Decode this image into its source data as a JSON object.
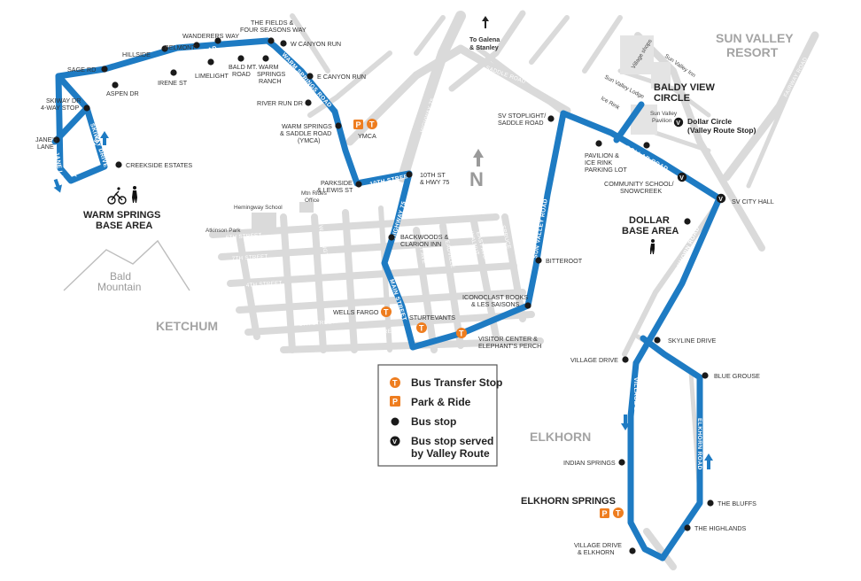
{
  "areas": {
    "ketchum": "KETCHUM",
    "elkhorn": "ELKHORN",
    "sun_valley_1": "SUN VALLEY",
    "sun_valley_2": "RESORT",
    "bald_1": "Bald",
    "bald_2": "Mountain"
  },
  "places": {
    "warm_springs_1": "WARM SPRINGS",
    "warm_springs_2": "BASE AREA",
    "baldy_1": "BALDY VIEW",
    "baldy_2": "CIRCLE",
    "dollar_1": "DOLLAR",
    "dollar_2": "BASE AREA",
    "elkhorn_springs": "ELKHORN SPRINGS",
    "dollar_circle_1": "Dollar Circle",
    "dollar_circle_2": "(Valley Route Stop)"
  },
  "compass": "N",
  "galena_1": "To Galena",
  "galena_2": "& Stanley",
  "stops": {
    "sage_rd": "SAGE RD",
    "hillside": "HILLSIDE",
    "belmont": "BELMONT",
    "wanderers_way": "WANDERERS WAY",
    "fields_1": "THE FIELDS &",
    "fields_2": "FOUR SEASONS WAY",
    "w_canyon_run": "W CANYON RUN",
    "aspen_dr": "ASPEN DR",
    "irene_st": "IRENE ST",
    "limelight": "LIMELIGHT",
    "bald_mt_1": "BALD MT.",
    "bald_mt_2": "ROAD",
    "wsr_1": "WARM",
    "wsr_2": "SPRINGS",
    "wsr_3": "RANCH",
    "e_canyon_run": "E CANYON RUN",
    "river_run_dr": "RIVER RUN DR",
    "skiway_1": "SKIWAY DR",
    "skiway_2": "4-WAY STOP",
    "janes_1": "JANE'S",
    "janes_2": "LANE",
    "creekside": "CREEKSIDE ESTATES",
    "ymca_stop_1": "WARM SPRINGS",
    "ymca_stop_2": "& SADDLE ROAD",
    "ymca_stop_3": "(YMCA)",
    "ymca": "YMCA",
    "parkside_1": "PARKSIDE",
    "parkside_2": "& LEWIS ST",
    "tenth_1": "10TH ST",
    "tenth_2": "& HWY 75",
    "backwoods_1": "BACKWOODS &",
    "backwoods_2": "CLARION INN",
    "wells_fargo": "WELLS FARGO",
    "sturtevants": "STURTEVANTS",
    "visitor_1": "VISITOR CENTER &",
    "visitor_2": "ELEPHANT'S PERCH",
    "iconoclast_1": "ICONOCLAST BOOKS",
    "iconoclast_2": "& LES SAISONS",
    "bitteroot": "BITTEROOT",
    "stoplight_1": "SV STOPLIGHT/",
    "stoplight_2": "SADDLE ROAD",
    "pavilion_1": "PAVILION &",
    "pavilion_2": "ICE RINK",
    "pavilion_3": "PARKING LOT",
    "community_1": "COMMUNITY SCHOOL/",
    "community_2": "SNOWCREEK",
    "city_hall": "SV CITY HALL",
    "skyline": "SKYLINE DRIVE",
    "village_drive": "VILLAGE DRIVE",
    "blue_grouse": "BLUE GROUSE",
    "indian_springs": "INDIAN SPRINGS",
    "bluffs": "THE BLUFFS",
    "highlands": "THE HIGHLANDS",
    "ved_1": "VILLAGE DRIVE",
    "ved_2": "& ELKHORN"
  },
  "roads": {
    "warm_springs_road": "WARM SPRINGS ROAD",
    "warm_springs_road_2": "WARM SPRINGS ROAD",
    "skiway_drive": "SKIWAY DRIVE",
    "jane_lane": "JANE LANE",
    "picabo_street": "PICABO STREET",
    "tenth_street": "10TH STREET",
    "highway_75": "HIGHWAY 75",
    "main_street": "MAIN STREET",
    "sun_valley_road": "SUN VALLEY ROAD",
    "dollar_road": "DOLLAR ROAD",
    "elkhorn_road": "ELKHORN ROAD",
    "elkhorn_road_2": "ELKHORN ROAD",
    "village_drive_road": "VILLAGE DRIVE"
  },
  "grey_roads": {
    "saddle_road": "SADDLE ROAD",
    "saddle_road_2": "SADDLE ROAD",
    "highway_75_grey": "HIGHWAY 75",
    "sixth_street": "6TH STREET",
    "seventh_street": "7TH STREET",
    "fourth_street": "4TH STREET",
    "fifth_street": "5TH STREET",
    "fourth_street_2": "4TH STREET",
    "washington": "WASHINGTON",
    "walnut": "WALNUT",
    "spruce": "SPRUCE",
    "first_ave": "1ST AVE",
    "leadville": "LEADVILLE",
    "east_ave": "EAST AVE",
    "fairway": "FAIRWAY ROAD"
  },
  "small_labels": {
    "hemingway_school": "Hemingway School",
    "atkinson_park": "Atkinson Park",
    "mtn_rides_1": "Mtn Rides",
    "mtn_rides_2": "Office",
    "village_shops": "Village shops",
    "sun_valley_inn": "Sun Valley Inn",
    "sun_valley_lodge": "Sun Valley Lodge",
    "ice_rink": "Ice Rink",
    "sv_pavilion_1": "Sun Valley",
    "sv_pavilion_2": "Pavilion"
  },
  "legend": {
    "transfer": "Bus Transfer Stop",
    "park_ride": "Park & Ride",
    "bus_stop": "Bus stop",
    "valley_1": "Bus stop served",
    "valley_2": "by Valley Route"
  },
  "icons": {
    "transfer_letter": "T",
    "park_letter": "P",
    "valley_letter": "V"
  },
  "colors": {
    "route": "#1e7bc3",
    "road": "#d9d9d9",
    "transfer": "#ee7d1f",
    "stop": "#1a1a1a"
  }
}
